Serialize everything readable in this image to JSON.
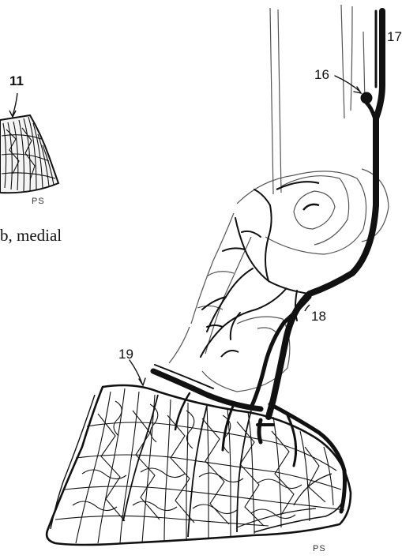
{
  "labels": {
    "l11": "11",
    "l16": "16",
    "l17": "17",
    "l18": "18",
    "l19": "19"
  },
  "caption": "b, medial",
  "signatures": [
    "PS",
    "PS"
  ]
}
